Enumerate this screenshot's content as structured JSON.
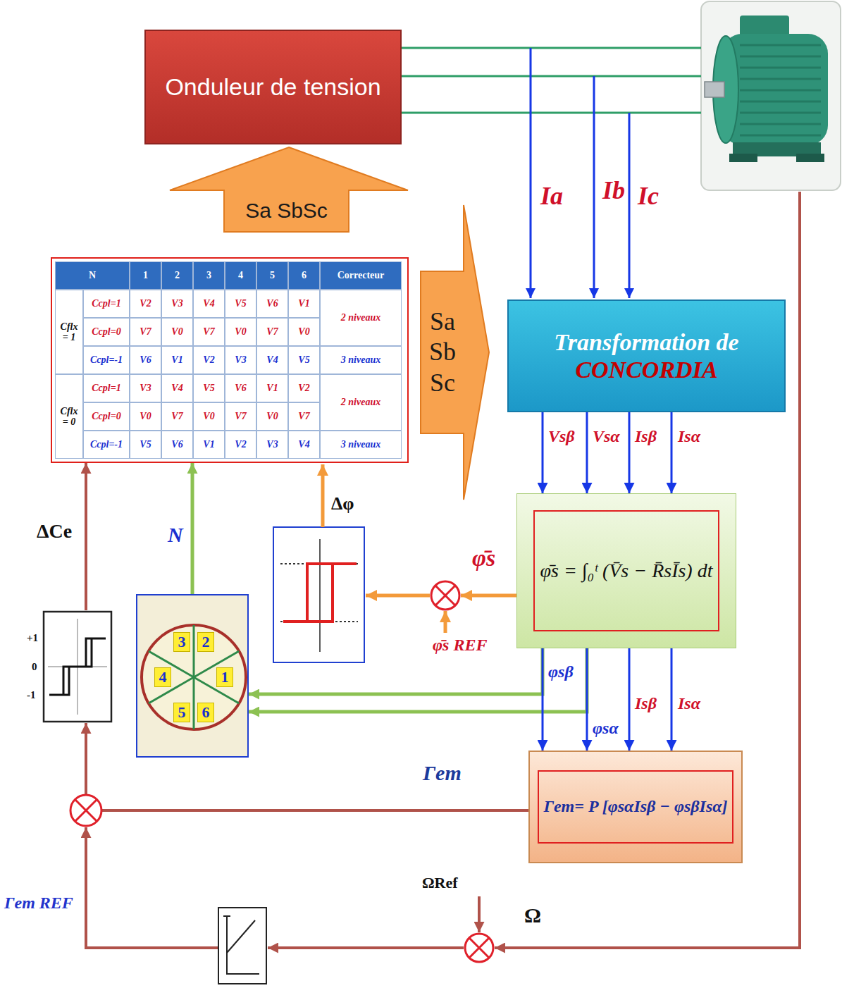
{
  "diagram": {
    "nodes": [
      {
        "text": [
          "Onduleur de tension"
        ]
      },
      {
        "text": [
          "Sa SbSc"
        ]
      },
      {
        "text": [
          "N",
          "1",
          "2",
          "3",
          "4",
          "5",
          "6",
          "Correcteur",
          "Cflx = 1",
          "Ccpl=1",
          "V2",
          "V3",
          "V4",
          "V5",
          "V6",
          "V1",
          "2 niveaux",
          "Ccpl=0",
          "V7",
          "V0",
          "V7",
          "V0",
          "V7",
          "V0",
          "Ccpl=-1",
          "V6",
          "V1",
          "V2",
          "V3",
          "V4",
          "V5",
          "3 niveaux",
          "Cflx = 0",
          "Ccpl=1",
          "V3",
          "V4",
          "V5",
          "V6",
          "V1",
          "V2",
          "2 niveaux",
          "Ccpl=0",
          "V0",
          "V7",
          "V0",
          "V7",
          "V0",
          "V7",
          "Ccpl=-1",
          "V5",
          "V6",
          "V1",
          "V2",
          "V3",
          "V4",
          "3 niveaux"
        ]
      },
      {
        "text": [
          "Sa Sb Sc"
        ]
      },
      {
        "text": [
          "Transformation de",
          "CONCORDIA"
        ]
      },
      {
        "text": [
          "φ̄s = ∫₀ᵗ (V̄s − R̄sĪs) dt"
        ]
      },
      {
        "text": [
          "+1",
          "0",
          "-1"
        ]
      },
      {
        "text": [
          "3",
          "2",
          "4",
          "1",
          "5",
          "6"
        ]
      },
      {
        "text": [
          "Γem= P [φsαIsβ − φsβIsα]"
        ]
      }
    ],
    "edges": [
      {
        "from": 4,
        "to": 5,
        "arrow": "to",
        "label": "Vsβ"
      },
      {
        "from": 4,
        "to": 5,
        "arrow": "to",
        "label": "Vsα"
      },
      {
        "from": 4,
        "to": 5,
        "arrow": "to",
        "label": "Isβ"
      },
      {
        "from": 4,
        "to": 5,
        "arrow": "to",
        "label": "Isα"
      },
      {
        "from": 5,
        "to": 7,
        "arrow": "to"
      },
      {
        "from": 5,
        "to": 7,
        "arrow": "to"
      },
      {
        "from": 5,
        "to": 8,
        "arrow": "to",
        "label": "φsβ"
      },
      {
        "from": 5,
        "to": 8,
        "arrow": "to",
        "label": "φsα"
      },
      {
        "from": 5,
        "to": 8,
        "arrow": "to",
        "label": "Isβ"
      },
      {
        "from": 5,
        "to": 8,
        "arrow": "to",
        "label": "Isα"
      },
      {
        "from": 8,
        "to": 6,
        "arrow": "to"
      },
      {
        "from": 6,
        "to": 2,
        "arrow": "to",
        "label": "ΔCe"
      },
      {
        "from": 7,
        "to": 2,
        "arrow": "to",
        "label": "N"
      }
    ],
    "labels": [
      "Ia",
      "Ib",
      "Ic",
      "Δφ",
      "φ̄s",
      "φ̄s REF",
      "Γem",
      "ΩRef",
      "Ω",
      "Γem REF"
    ]
  }
}
